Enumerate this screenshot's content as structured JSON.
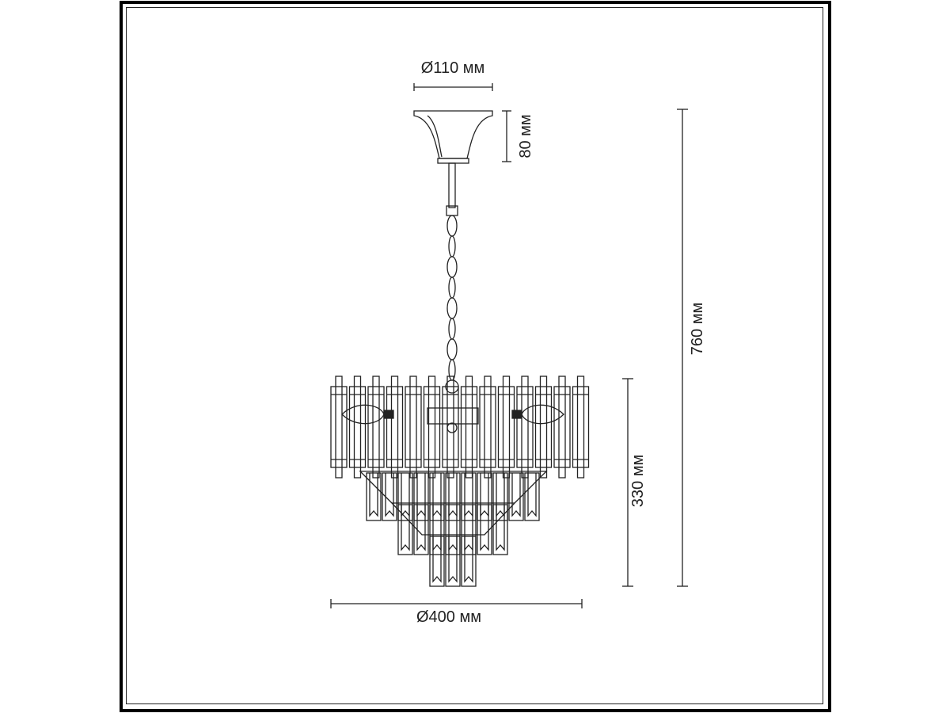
{
  "dimensions": {
    "canopy_diameter": "Ø110 мм",
    "canopy_height": "80 мм",
    "total_height": "760 мм",
    "body_height": "330 мм",
    "body_diameter": "Ø400 мм"
  },
  "colors": {
    "line": "#222222",
    "frame": "#000000"
  }
}
